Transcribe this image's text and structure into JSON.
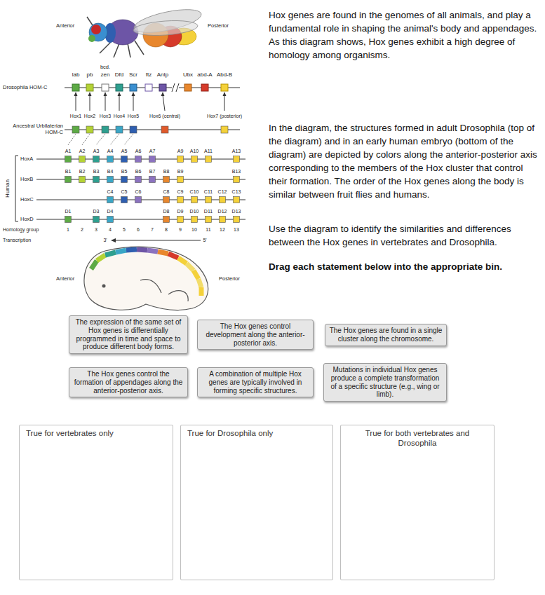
{
  "diagram": {
    "nodes": [
      {
        "text": [
          "The expression of the same set of Hox genes is differentially programmed in time and space to produce different body forms."
        ]
      },
      {
        "text": [
          "The Hox genes control development along the anterior-posterior axis."
        ]
      },
      {
        "text": [
          "The Hox genes are found in a single cluster along the chromosome."
        ]
      },
      {
        "text": [
          "The Hox genes control the formation of appendages along the anterior-posterior axis."
        ]
      },
      {
        "text": [
          "A combination of multiple Hox genes are typically involved in forming specific structures."
        ]
      },
      {
        "text": [
          "Mutations in individual Hox genes produce a complete transformation of a specific structure (e.g., wing or limb)."
        ]
      },
      {
        "text": [
          "True for vertebrates only"
        ]
      },
      {
        "text": [
          "True for Drosophila only"
        ]
      },
      {
        "text": [
          "True for both vertebrates and Drosophila"
        ]
      }
    ],
    "labels": [
      "Anterior",
      "Posterior",
      "bcd.",
      "lab",
      "pb",
      "zen",
      "Dfd",
      "Scr",
      "ftz",
      "Antp",
      "Ubx",
      "abd-A",
      "Abd-B",
      "Drosophila HOM-C",
      "Hox1",
      "Hox2",
      "Hox3",
      "Hox4",
      "Hox5",
      "Hox6 (central)",
      "Hox7 (posterior)",
      "Ancestral Urbilaterian HOM-C",
      "Human",
      "HoxA",
      "A1",
      "A2",
      "A3",
      "A4",
      "A5",
      "A6",
      "A7",
      "A9",
      "A10",
      "A11",
      "A13",
      "HoxB",
      "B1",
      "B2",
      "B3",
      "B4",
      "B5",
      "B6",
      "B7",
      "B8",
      "B9",
      "B13",
      "HoxC",
      "C4",
      "C5",
      "C6",
      "C8",
      "C9",
      "C10",
      "C11",
      "C12",
      "C13",
      "HoxD",
      "D1",
      "D3",
      "D4",
      "D8",
      "D9",
      "D10",
      "D11",
      "D12",
      "D13",
      "Homology group",
      "1",
      "2",
      "3",
      "4",
      "5",
      "6",
      "7",
      "8",
      "9",
      "10",
      "11",
      "12",
      "13",
      "Transcription",
      "3'",
      "5'",
      "Anterior",
      "Posterior",
      "Hox genes are found in the genomes of all animals, and play a fundamental role in shaping the animal's body and appendages. As this diagram shows, Hox genes exhibit a high degree of homology among organisms.",
      "In the diagram, the structures formed in adult Drosophila (top of the diagram) and in an early human embryo (bottom of the diagram) are depicted by colors along the anterior-posterior axis corresponding to the members of the Hox cluster that control their formation. The order of the Hox genes along the body is similar between fruit flies and humans.",
      "Use the diagram to identify the similarities and differences between the Hox genes in vertebrates and Drosophila.",
      "Drag each statement below into the appropriate bin."
    ]
  }
}
